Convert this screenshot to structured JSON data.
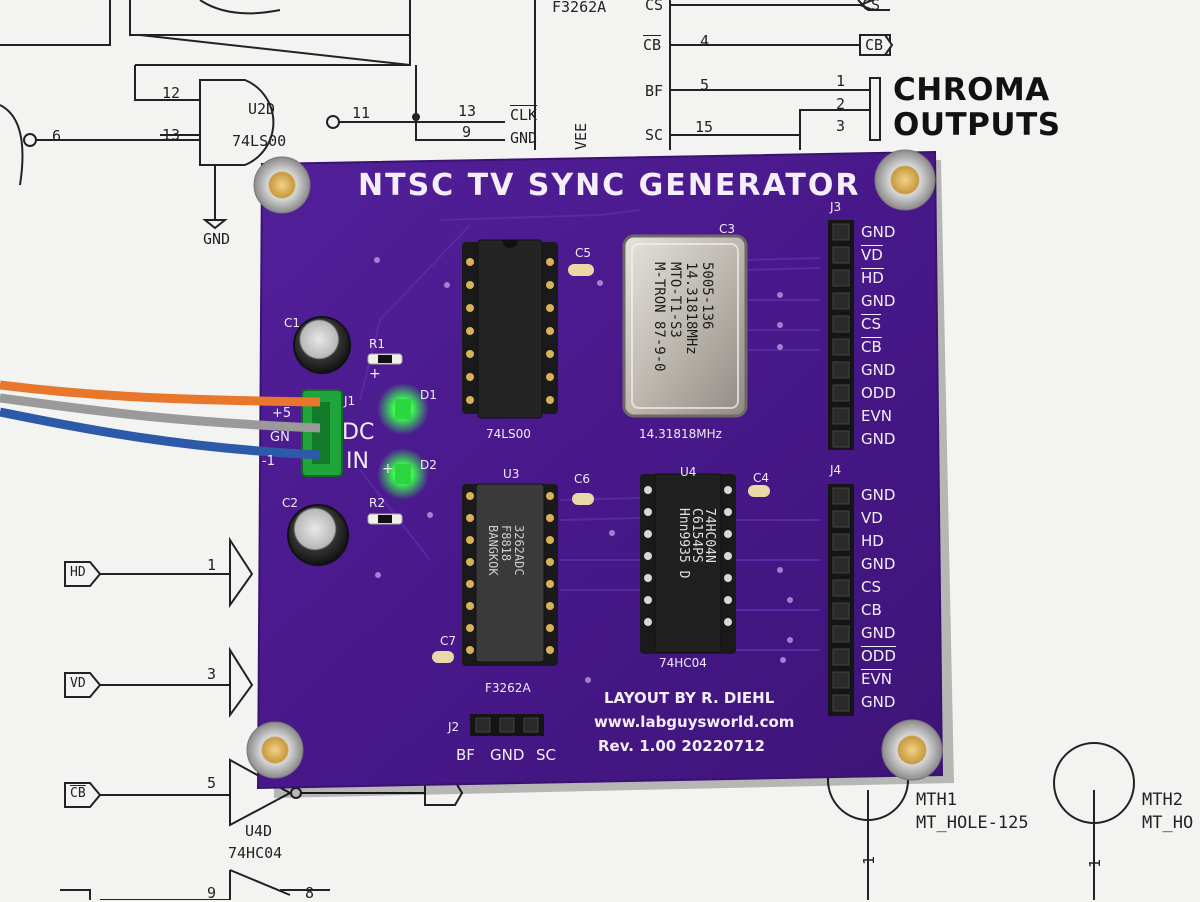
{
  "schematic": {
    "chip_name": "F3262A",
    "pins_right": [
      {
        "label": "CS",
        "num": "",
        "net": "CS"
      },
      {
        "label": "CB",
        "num": "4",
        "net": "CB"
      },
      {
        "label": "BF",
        "num": "5"
      },
      {
        "label": "SC",
        "num": "15"
      }
    ],
    "chroma_pins": [
      "1",
      "2",
      "3"
    ],
    "chroma_title_1": "CHROMA",
    "chroma_title_2": "OUTPUTS",
    "u2d_name": "U2D",
    "u2d_type": "74LS00",
    "u2d_in1": "12",
    "u2d_in2": "13",
    "u2d_out": "11",
    "clk_num": "13",
    "clk_label": "CLK",
    "gnd_num": "9",
    "gnd_label": "GND",
    "vee_label": "VEE",
    "inv_pin": "6",
    "gnd_sym_label": "GND",
    "bottom_left_nets": [
      "HD",
      "VD",
      "CB"
    ],
    "bottom_left_pins": [
      "1",
      "3",
      "5",
      "9",
      "8"
    ],
    "u4d_name": "U4D",
    "u4d_type": "74HC04",
    "mth1_name": "MTH1",
    "mth1_type": "MT_HOLE-125",
    "mth2_name": "MTH2",
    "mth2_type": "MT_HO",
    "mth_pin": "1"
  },
  "board": {
    "title": "NTSC TV SYNC GENERATOR",
    "refs": {
      "c1": "C1",
      "c2": "C2",
      "c3": "C3",
      "c4": "C4",
      "c5": "C5",
      "c6": "C6",
      "c7": "C7",
      "r1": "R1",
      "r2": "R2",
      "d1": "D1",
      "d2": "D2",
      "j1": "J1",
      "j2": "J2",
      "j3": "J3",
      "j4": "J4",
      "u3": "U3",
      "u4": "U4"
    },
    "dc_in_1": "DC",
    "dc_in_2": "IN",
    "j1_pins": [
      "+5",
      "GN",
      "-1"
    ],
    "plus_marks": [
      "+",
      "+"
    ],
    "u1_label": "74LS00",
    "u3_label": "F3262A",
    "u3_marking": "3262ADC\nF8818\nBANGKOK",
    "u4_label": "74HC04",
    "u4_marking": "74HC04N\nC6154PS\nHnn9935 D",
    "osc_marking": "5005-136\n14.31818MHz\nMTO-T1-S3\nM-TRON 87-9-0",
    "osc_freq": "14.31818MHz",
    "j3_labels": [
      "GND",
      "VD",
      "HD",
      "GND",
      "CS",
      "CB",
      "GND",
      "ODD",
      "EVN",
      "GND"
    ],
    "j3_overline": [
      false,
      true,
      true,
      false,
      true,
      true,
      false,
      false,
      false,
      false
    ],
    "j4_labels": [
      "GND",
      "VD",
      "HD",
      "GND",
      "CS",
      "CB",
      "GND",
      "ODD",
      "EVN",
      "GND"
    ],
    "j4_overline": [
      false,
      false,
      false,
      false,
      false,
      false,
      false,
      true,
      true,
      false
    ],
    "j2_labels": [
      "BF",
      "GND",
      "SC"
    ],
    "footer": [
      "LAYOUT BY R. DIEHL",
      "www.labguysworld.com",
      "Rev. 1.00   20220712"
    ]
  },
  "colors": {
    "pcb": "#4a1a8c",
    "pcb_edge": "#3a1270",
    "led": "#39ff4f",
    "wire_orange": "#e8772b",
    "wire_gray": "#9a9a9a",
    "wire_blue": "#2c5aa8"
  }
}
